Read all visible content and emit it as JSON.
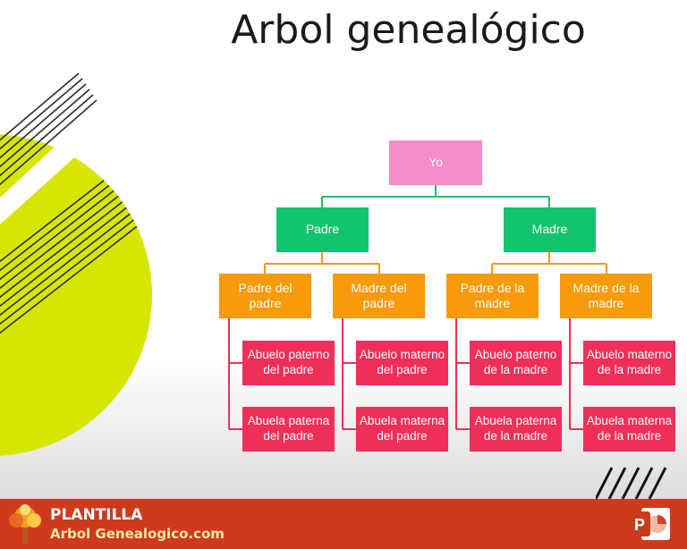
{
  "title": "Arbol genealógico",
  "tree": {
    "yo": "Yo",
    "padre": "Padre",
    "madre": "Madre",
    "padre_del_padre": "Padre del padre",
    "madre_del_padre": "Madre del padre",
    "padre_de_la_madre": "Padre de la madre",
    "madre_de_la_madre": "Madre de la madre",
    "abuelo_paterno_del_padre": "Abuelo paterno del padre",
    "abuela_paterna_del_padre": "Abuela paterna del padre",
    "abuelo_materno_del_padre": "Abuelo materno del padre",
    "abuela_materna_del_padre": "Abuela materna del padre",
    "abuelo_paterno_de_la_madre": "Abuelo paterno de la madre",
    "abuela_paterna_de_la_madre": "Abuela paterna de la madre",
    "abuelo_materno_de_la_madre": "Abuelo materno de la madre",
    "abuela_materna_de_la_madre": "Abuela materna de la madre"
  },
  "footer": {
    "line1": "PLANTILLA",
    "line2": "Arbol Genealogico.com",
    "logo_icon": "tree-logo-icon",
    "ppt_icon": "powerpoint-icon"
  },
  "colors": {
    "pink": "#f58bc8",
    "green": "#12c46d",
    "orange": "#f79a0c",
    "red": "#ef2f58",
    "connector_green": "#12c46d",
    "connector_orange": "#f79a0c",
    "connector_red": "#ef2f58",
    "footer": "#cf3a1d",
    "accent_circle": "#d6e600"
  }
}
